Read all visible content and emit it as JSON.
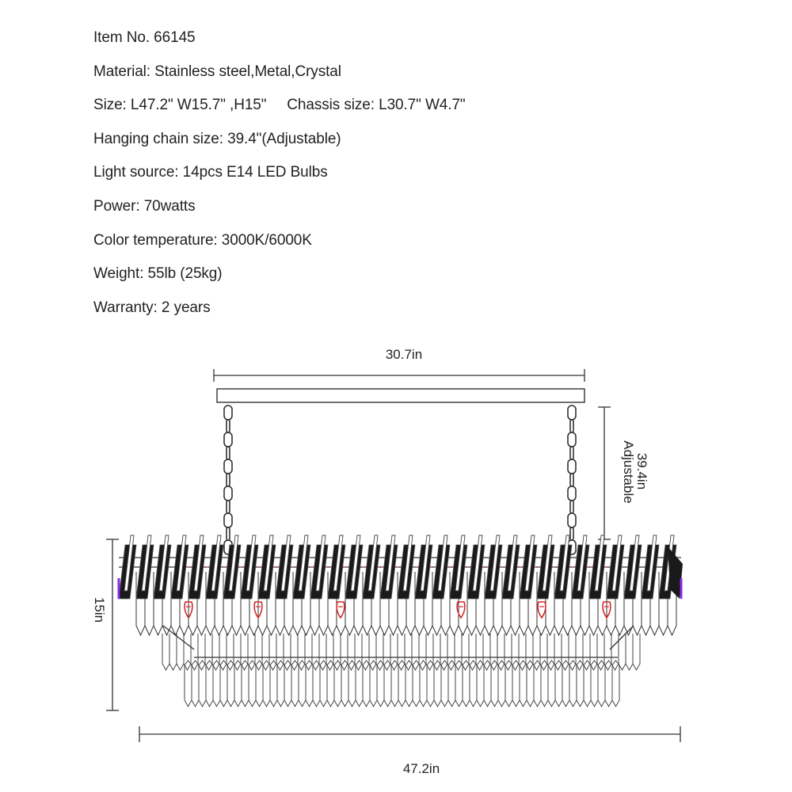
{
  "specs": [
    "Item No. 66145",
    "Material: Stainless steel,Metal,Crystal",
    "Size: L47.2\" W15.7\" ,H15\"     Chassis size: L30.7\" W4.7\"",
    "Hanging chain size: 39.4\"(Adjustable)",
    "Light source: 14pcs E14 LED Bulbs",
    "Power: 70watts",
    "Color temperature: 3000K/6000K",
    "Weight: 55lb (25kg)",
    "Warranty: 2 years"
  ],
  "dimensions": {
    "chassis_width": "30.7in",
    "chain_length": "39.4in",
    "chain_note": "Adjustable",
    "height": "15in",
    "overall_length": "47.2in"
  },
  "colors": {
    "line": "#333333",
    "crystal_dark": "#1a1a1a",
    "bulb": "#d42a2a",
    "accent_purple": "#8a2be2"
  }
}
